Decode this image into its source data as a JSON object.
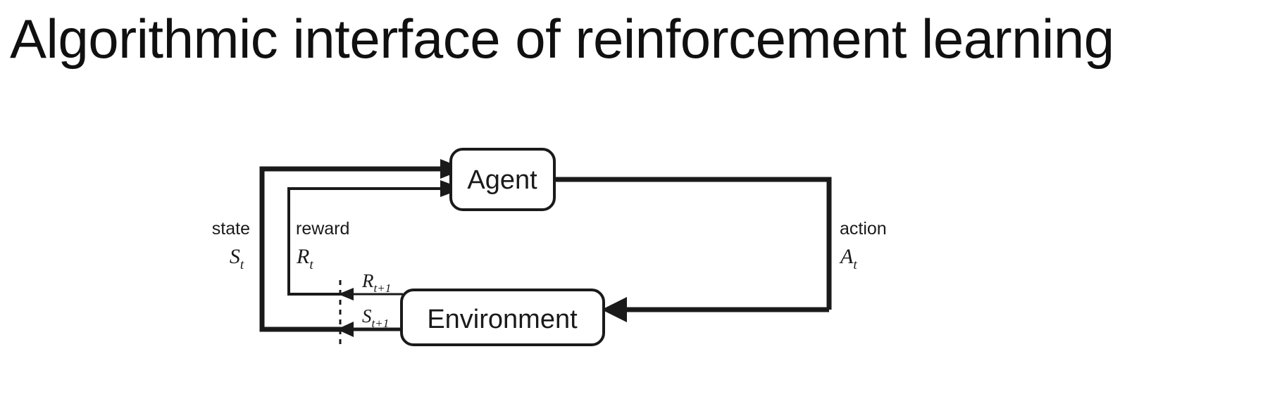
{
  "slide": {
    "title": "Algorithmic interface of reinforcement learning",
    "background_color": "#ffffff",
    "text_color": "#101010"
  },
  "diagram": {
    "name": "agent-environment-interaction-loop",
    "type": "flow-diagram",
    "line_color": "#1a1a1a",
    "nodes": [
      {
        "id": "agent",
        "label": "Agent"
      },
      {
        "id": "environment",
        "label": "Environment"
      }
    ],
    "labels": {
      "state_word": "state",
      "state_symbol_base": "S",
      "state_symbol_sub": "t",
      "reward_word": "reward",
      "reward_symbol_base": "R",
      "reward_symbol_sub": "t",
      "action_word": "action",
      "action_symbol_base": "A",
      "action_symbol_sub": "t",
      "next_reward_base": "R",
      "next_reward_sub": "t+1",
      "next_state_base": "S",
      "next_state_sub": "t+1"
    },
    "edges": [
      {
        "id": "state-to-agent",
        "from": "environment",
        "to": "agent",
        "label": "state"
      },
      {
        "id": "reward-to-agent",
        "from": "environment",
        "to": "agent",
        "label": "reward"
      },
      {
        "id": "action-to-environment",
        "from": "agent",
        "to": "environment",
        "label": "action"
      },
      {
        "id": "next-reward-out",
        "from": "environment",
        "to": "boundary",
        "label": "R t+1"
      },
      {
        "id": "next-state-out",
        "from": "environment",
        "to": "boundary",
        "label": "S t+1"
      }
    ]
  }
}
